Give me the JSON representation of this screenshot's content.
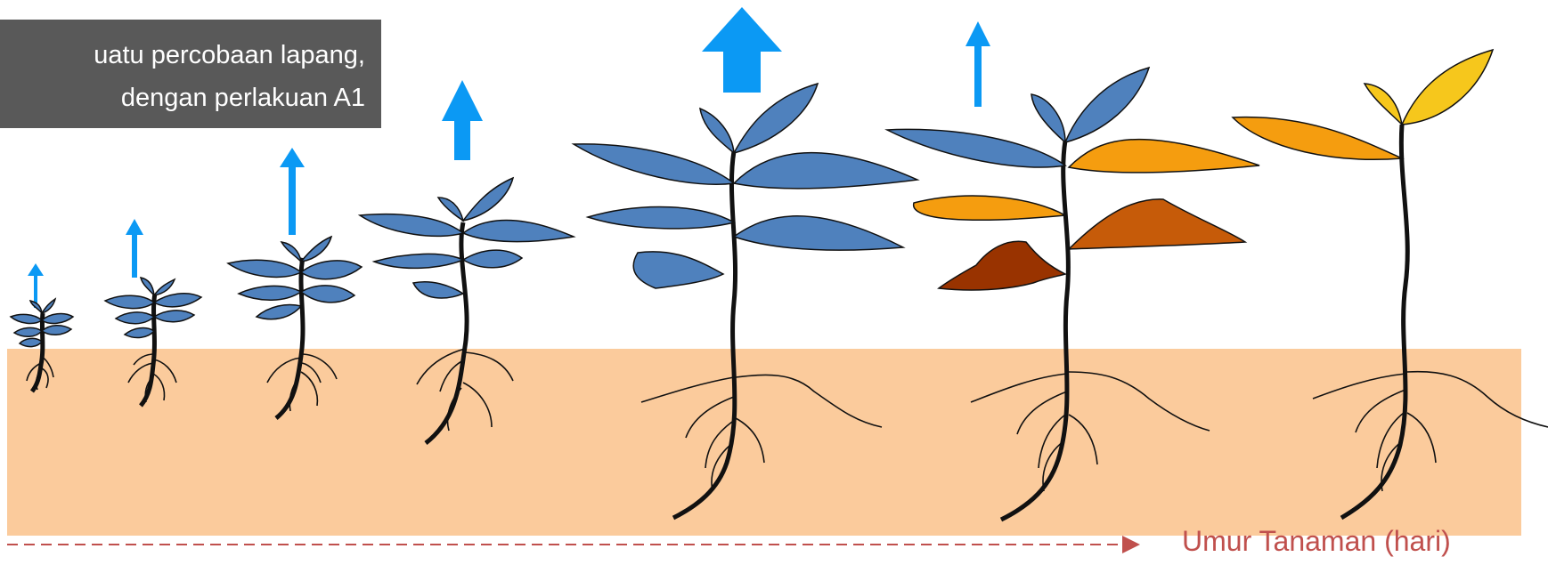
{
  "callout": {
    "line1": "uatu percobaan lapang,",
    "line2": "dengan perlakuan A1"
  },
  "axis": {
    "label": "Umur Tanaman (hari)",
    "arrow_color": "#c0504d"
  },
  "colors": {
    "soil": "#fbcb9c",
    "leaf_healthy": "#4f81bd",
    "growth_arrow": "#0b99f4",
    "callout_bg": "#595959",
    "leaf_yellow": "#f6c71c",
    "leaf_orange": "#f59d0f",
    "leaf_dark_orange": "#c65b09",
    "leaf_brown": "#993300"
  },
  "stages": [
    {
      "id": 1,
      "growth_arrow": "thin",
      "leaves": [
        "blue",
        "blue",
        "blue",
        "blue",
        "blue",
        "blue",
        "blue"
      ]
    },
    {
      "id": 2,
      "growth_arrow": "thin",
      "leaves": [
        "blue",
        "blue",
        "blue",
        "blue",
        "blue",
        "blue",
        "blue"
      ]
    },
    {
      "id": 3,
      "growth_arrow": "medium",
      "leaves": [
        "blue",
        "blue",
        "blue",
        "blue",
        "blue",
        "blue",
        "blue"
      ]
    },
    {
      "id": 4,
      "growth_arrow": "wide",
      "leaves": [
        "blue",
        "blue",
        "blue",
        "blue",
        "blue",
        "blue",
        "blue"
      ]
    },
    {
      "id": 5,
      "growth_arrow": "widest",
      "leaves": [
        "blue",
        "blue",
        "blue",
        "blue",
        "blue",
        "blue",
        "blue"
      ]
    },
    {
      "id": 6,
      "growth_arrow": "medium",
      "leaves": [
        "blue",
        "blue",
        "orange",
        "orange",
        "dark_orange",
        "brown",
        "blue"
      ]
    },
    {
      "id": 7,
      "growth_arrow": "none",
      "leaves": [
        "orange",
        "yellow",
        "yellow"
      ]
    }
  ]
}
